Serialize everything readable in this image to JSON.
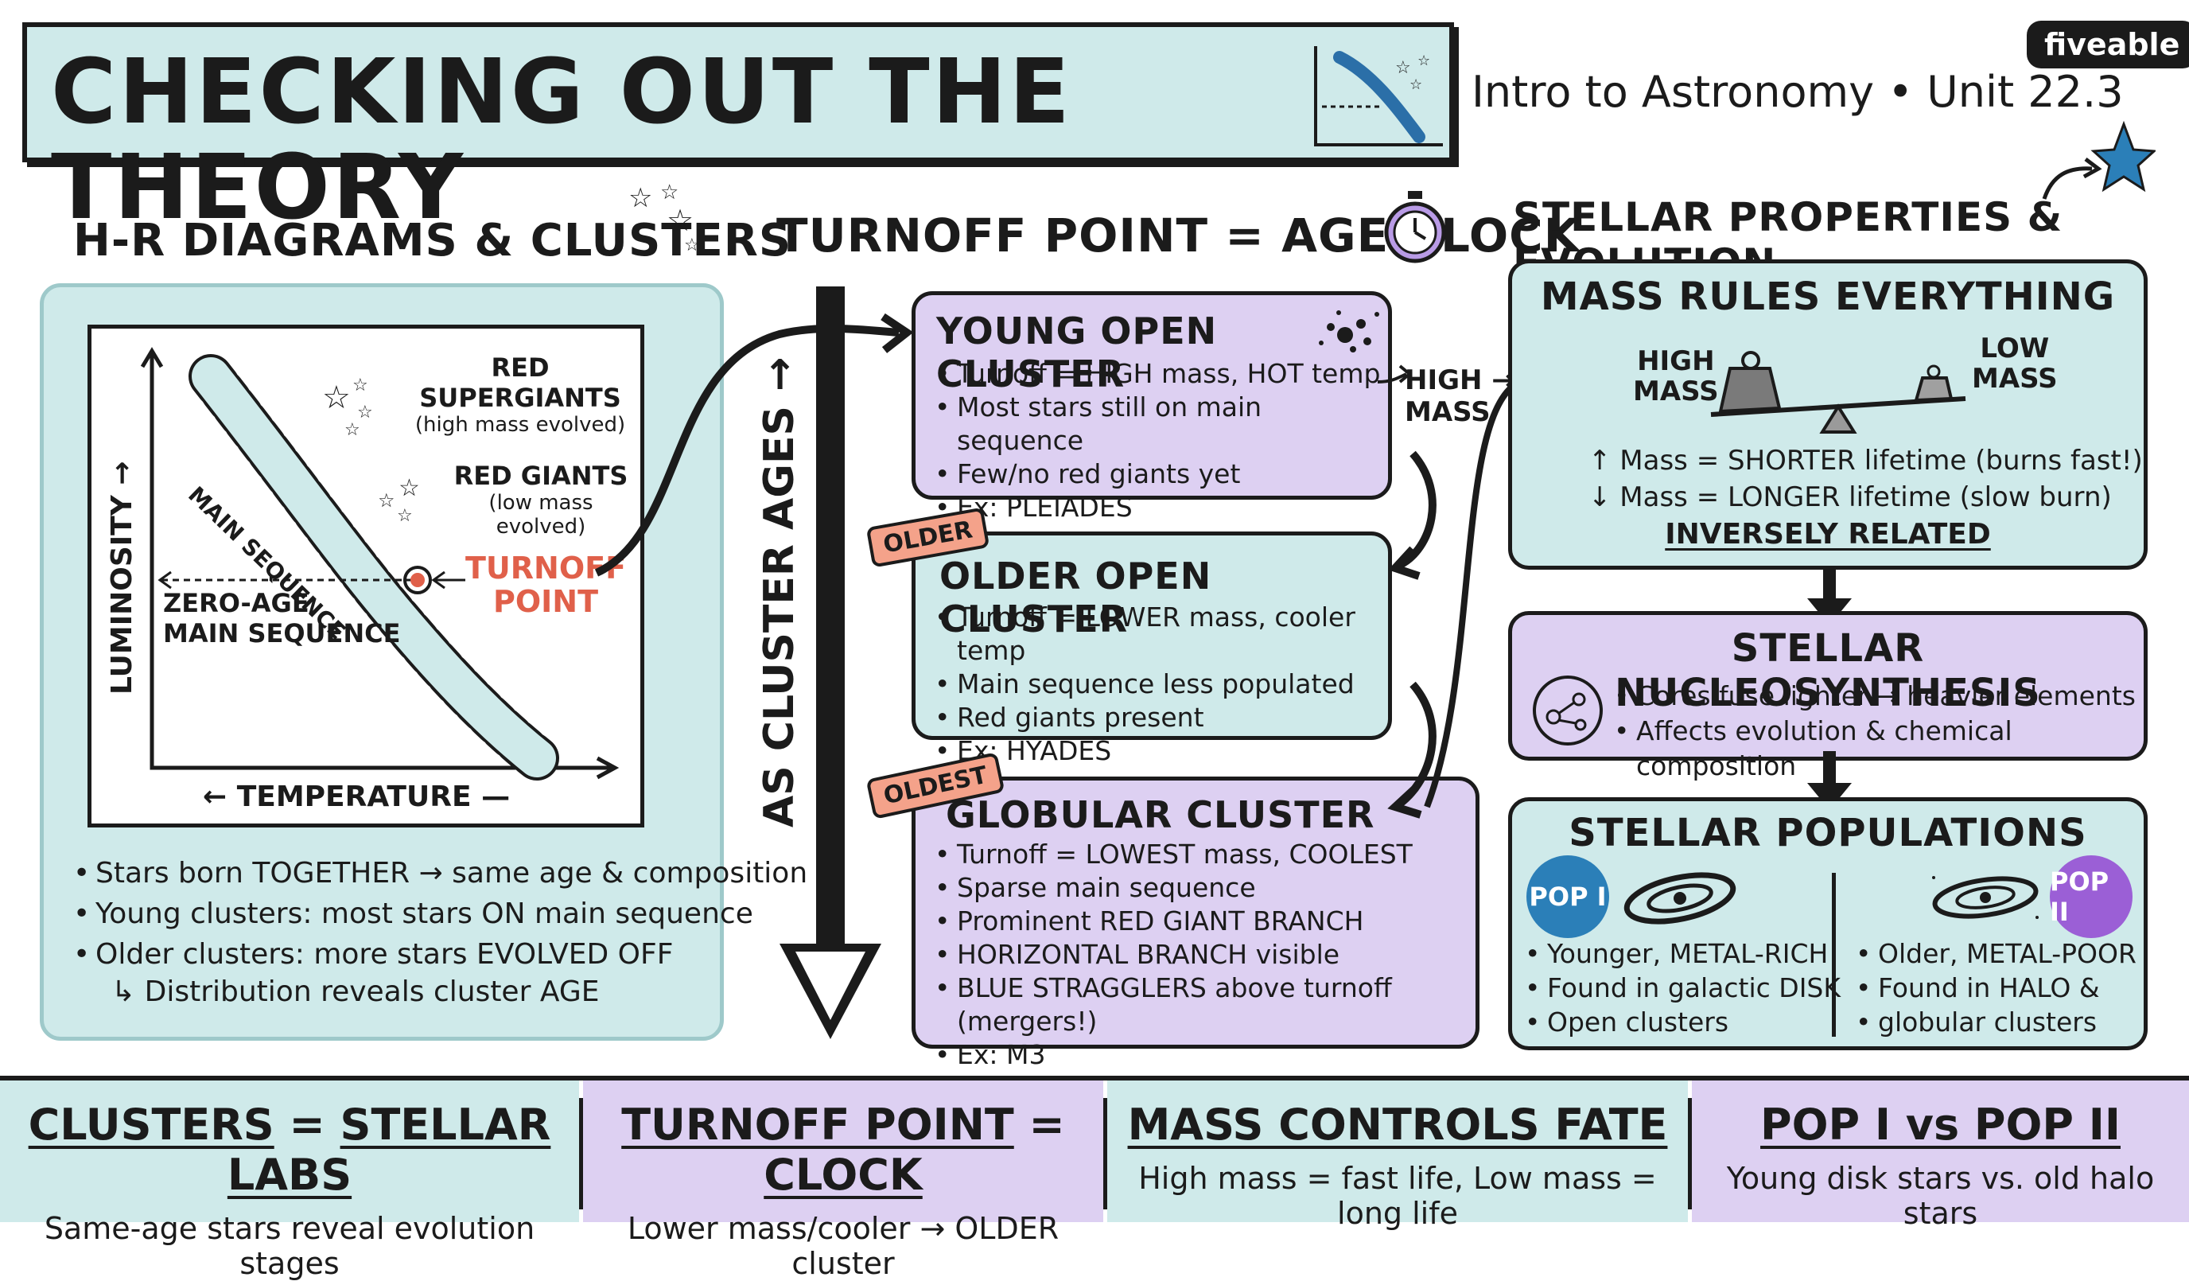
{
  "header": {
    "title": "CHECKING OUT THE THEORY",
    "subtitle": "Intro to Astronomy • Unit 22.3",
    "brand": "fiveable"
  },
  "colors": {
    "teal": "#cfeaea",
    "lavender": "#ddd0f2",
    "accent_red": "#e0604a",
    "pop1_blue": "#2b7fb8",
    "pop2_purple": "#9b5fd6"
  },
  "left": {
    "heading": "H-R DIAGRAMS & CLUSTERS",
    "hr": {
      "y_label": "LUMINOSITY →",
      "x_label": "← TEMPERATURE —",
      "main_sequence": "MAIN SEQUENCE",
      "zams": [
        "ZERO-AGE",
        "MAIN SEQUENCE"
      ],
      "turnoff": [
        "TURNOFF",
        "POINT"
      ],
      "supergiants": "RED SUPERGIANTS",
      "supergiants_note": "(high mass evolved)",
      "giants": "RED GIANTS",
      "giants_note": "(low mass evolved)"
    },
    "bullets": [
      "Stars born TOGETHER → same age & composition",
      "Young clusters: most stars ON main sequence",
      "Older clusters: more stars EVOLVED OFF"
    ],
    "sub_bullet": "↳ Distribution reveals cluster AGE"
  },
  "middle": {
    "heading": "TURNOFF POINT = AGE CLOCK",
    "axis_label": "AS CLUSTER AGES →",
    "high_mass_note": [
      "HIGH →",
      "MASS"
    ],
    "clusters": [
      {
        "title": "YOUNG OPEN CLUSTER",
        "tag": "",
        "items": [
          "Turnoff = HIGH mass, HOT temp",
          "Most stars still on main sequence",
          "Few/no red giants yet",
          "Ex: PLEIADES"
        ]
      },
      {
        "title": "OLDER OPEN CLUSTER",
        "tag": "OLDER",
        "items": [
          "Turnoff = LOWER mass, cooler temp",
          "Main sequence less populated",
          "Red giants present",
          "Ex: HYADES"
        ]
      },
      {
        "title": "GLOBULAR CLUSTER",
        "tag": "OLDEST",
        "items": [
          "Turnoff = LOWEST mass, COOLEST",
          "Sparse main sequence",
          "Prominent RED GIANT BRANCH",
          "HORIZONTAL BRANCH visible",
          "BLUE STRAGGLERS above turnoff (mergers!)",
          "Ex: M3"
        ]
      }
    ]
  },
  "right": {
    "heading": "STELLAR PROPERTIES & EVOLUTION",
    "mass": {
      "title": "MASS RULES EVERYTHING",
      "high": [
        "HIGH",
        "MASS"
      ],
      "low": [
        "LOW",
        "MASS"
      ],
      "line1": "↑ Mass = SHORTER lifetime (burns fast!)",
      "line2": "↓ Mass = LONGER lifetime (slow burn)",
      "line3": "INVERSELY RELATED"
    },
    "nucleo": {
      "title": "STELLAR NUCLEOSYNTHESIS",
      "items": [
        "Cores fuse lighter → heavier elements",
        "Affects evolution & chemical composition"
      ]
    },
    "pops": {
      "title": "STELLAR POPULATIONS",
      "pop1": {
        "badge": "POP I",
        "items": [
          "Younger, METAL-RICH",
          "Found in galactic DISK",
          "Open clusters"
        ]
      },
      "pop2": {
        "badge": "POP II",
        "items": [
          "Older, METAL-POOR",
          "Found in HALO &",
          "globular clusters"
        ]
      }
    }
  },
  "footer": [
    {
      "t1": "CLUSTERS",
      "t2": "STELLAR LABS",
      "desc": "Same-age stars reveal evolution stages"
    },
    {
      "t1": "TURNOFF POINT",
      "t2": "CLOCK",
      "desc": "Lower mass/cooler → OLDER cluster"
    },
    {
      "t1": "MASS CONTROLS FATE",
      "t2": "",
      "desc": "High mass = fast life, Low mass = long life"
    },
    {
      "t1": "POP I vs POP II",
      "t2": "",
      "desc": "Young disk stars vs. old halo stars"
    }
  ]
}
